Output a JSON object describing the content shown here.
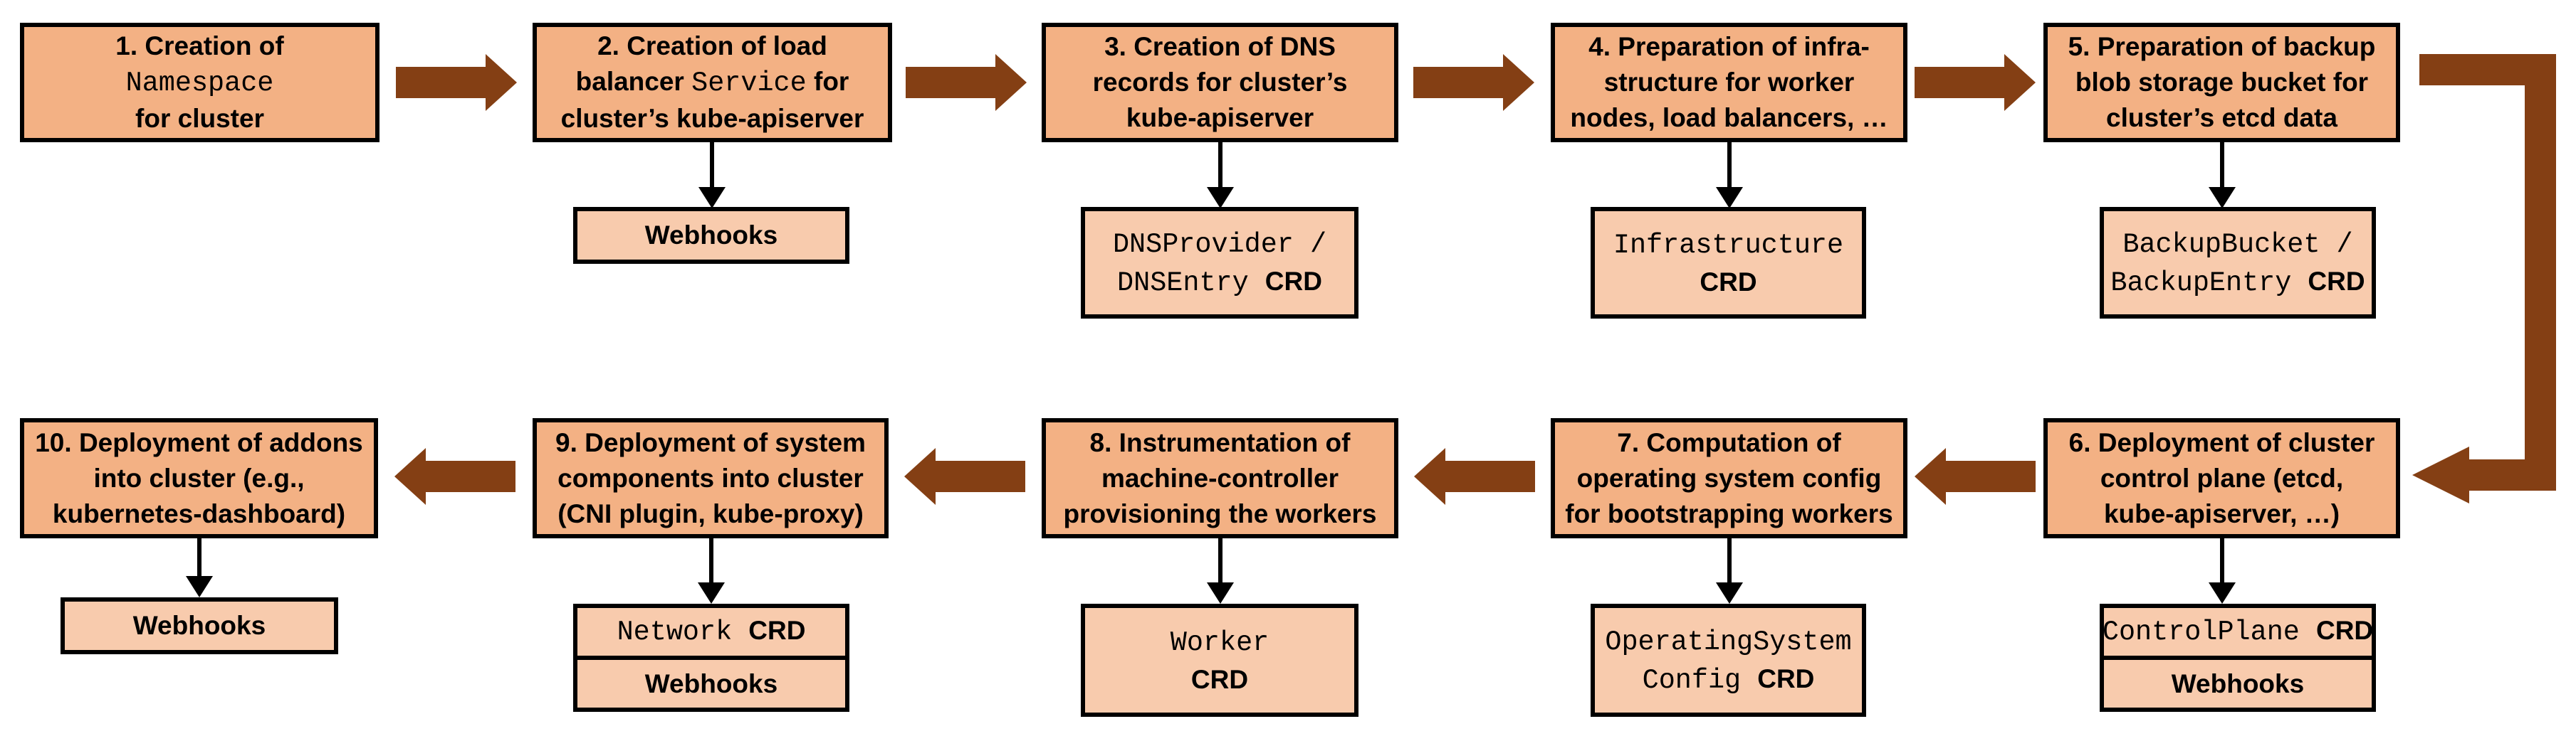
{
  "diagram": {
    "colors": {
      "main_box_fill": "#F3B184",
      "sub_box_fill": "#F8CBAD",
      "border": "#000000",
      "block_arrow": "#843F14",
      "background": "#FFFFFF"
    },
    "steps": [
      {
        "label_lines": [
          [
            {
              "t": "1. Creation of",
              "f": "sans"
            }
          ],
          [
            {
              "t": "Namespace",
              "f": "mono"
            }
          ],
          [
            {
              "t": "for cluster",
              "f": "sans"
            }
          ]
        ],
        "sub_boxes": []
      },
      {
        "label_lines": [
          [
            {
              "t": "2. Creation of load",
              "f": "sans"
            }
          ],
          [
            {
              "t": "balancer ",
              "f": "sans"
            },
            {
              "t": "Service",
              "f": "mono"
            },
            {
              "t": " for",
              "f": "sans"
            }
          ],
          [
            {
              "t": "cluster’s kube-apiserver",
              "f": "sans"
            }
          ]
        ],
        "sub_boxes": [
          {
            "lines": [
              [
                {
                  "t": "Webhooks",
                  "f": "sans"
                }
              ]
            ]
          }
        ]
      },
      {
        "label_lines": [
          [
            {
              "t": "3. Creation of DNS",
              "f": "sans"
            }
          ],
          [
            {
              "t": "records for cluster’s",
              "f": "sans"
            }
          ],
          [
            {
              "t": "kube-apiserver",
              "f": "sans"
            }
          ]
        ],
        "sub_boxes": [
          {
            "lines": [
              [
                {
                  "t": "DNSProvider /",
                  "f": "mono"
                }
              ],
              [
                {
                  "t": "DNSEntry ",
                  "f": "mono"
                },
                {
                  "t": "CRD",
                  "f": "sans"
                }
              ]
            ]
          }
        ]
      },
      {
        "label_lines": [
          [
            {
              "t": "4. Preparation of infra-",
              "f": "sans"
            }
          ],
          [
            {
              "t": "structure for worker",
              "f": "sans"
            }
          ],
          [
            {
              "t": "nodes, load balancers, …",
              "f": "sans"
            }
          ]
        ],
        "sub_boxes": [
          {
            "lines": [
              [
                {
                  "t": "Infrastructure",
                  "f": "mono"
                }
              ],
              [
                {
                  "t": "CRD",
                  "f": "sans"
                }
              ]
            ]
          }
        ]
      },
      {
        "label_lines": [
          [
            {
              "t": "5. Preparation of backup",
              "f": "sans"
            }
          ],
          [
            {
              "t": "blob storage bucket for",
              "f": "sans"
            }
          ],
          [
            {
              "t": "cluster’s etcd data",
              "f": "sans"
            }
          ]
        ],
        "sub_boxes": [
          {
            "lines": [
              [
                {
                  "t": "BackupBucket /",
                  "f": "mono"
                }
              ],
              [
                {
                  "t": "BackupEntry ",
                  "f": "mono"
                },
                {
                  "t": "CRD",
                  "f": "sans"
                }
              ]
            ]
          }
        ]
      },
      {
        "label_lines": [
          [
            {
              "t": "6. Deployment of cluster",
              "f": "sans"
            }
          ],
          [
            {
              "t": "control plane (etcd,",
              "f": "sans"
            }
          ],
          [
            {
              "t": "kube-apiserver, …)",
              "f": "sans"
            }
          ]
        ],
        "sub_boxes": [
          {
            "lines": [
              [
                {
                  "t": "ControlPlane ",
                  "f": "mono"
                },
                {
                  "t": "CRD",
                  "f": "sans"
                }
              ]
            ]
          },
          {
            "lines": [
              [
                {
                  "t": "Webhooks",
                  "f": "sans"
                }
              ]
            ]
          }
        ]
      },
      {
        "label_lines": [
          [
            {
              "t": "7. Computation of",
              "f": "sans"
            }
          ],
          [
            {
              "t": "operating system config",
              "f": "sans"
            }
          ],
          [
            {
              "t": "for bootstrapping workers",
              "f": "sans"
            }
          ]
        ],
        "sub_boxes": [
          {
            "lines": [
              [
                {
                  "t": "OperatingSystem",
                  "f": "mono"
                }
              ],
              [
                {
                  "t": "Config ",
                  "f": "mono"
                },
                {
                  "t": "CRD",
                  "f": "sans"
                }
              ]
            ]
          }
        ]
      },
      {
        "label_lines": [
          [
            {
              "t": "8. Instrumentation of",
              "f": "sans"
            }
          ],
          [
            {
              "t": "machine-controller",
              "f": "sans"
            }
          ],
          [
            {
              "t": "provisioning the workers",
              "f": "sans"
            }
          ]
        ],
        "sub_boxes": [
          {
            "lines": [
              [
                {
                  "t": "Worker",
                  "f": "mono"
                }
              ],
              [
                {
                  "t": "CRD",
                  "f": "sans"
                }
              ]
            ]
          }
        ]
      },
      {
        "label_lines": [
          [
            {
              "t": "9. Deployment of system",
              "f": "sans"
            }
          ],
          [
            {
              "t": "components into cluster",
              "f": "sans"
            }
          ],
          [
            {
              "t": "(CNI plugin, kube-proxy)",
              "f": "sans"
            }
          ]
        ],
        "sub_boxes": [
          {
            "lines": [
              [
                {
                  "t": "Network ",
                  "f": "mono"
                },
                {
                  "t": "CRD",
                  "f": "sans"
                }
              ]
            ]
          },
          {
            "lines": [
              [
                {
                  "t": "Webhooks",
                  "f": "sans"
                }
              ]
            ]
          }
        ]
      },
      {
        "label_lines": [
          [
            {
              "t": "10. Deployment of addons",
              "f": "sans"
            }
          ],
          [
            {
              "t": "into cluster (e.g.,",
              "f": "sans"
            }
          ],
          [
            {
              "t": "kubernetes-dashboard)",
              "f": "sans"
            }
          ]
        ],
        "sub_boxes": [
          {
            "lines": [
              [
                {
                  "t": "Webhooks",
                  "f": "sans"
                }
              ]
            ]
          }
        ]
      }
    ]
  }
}
